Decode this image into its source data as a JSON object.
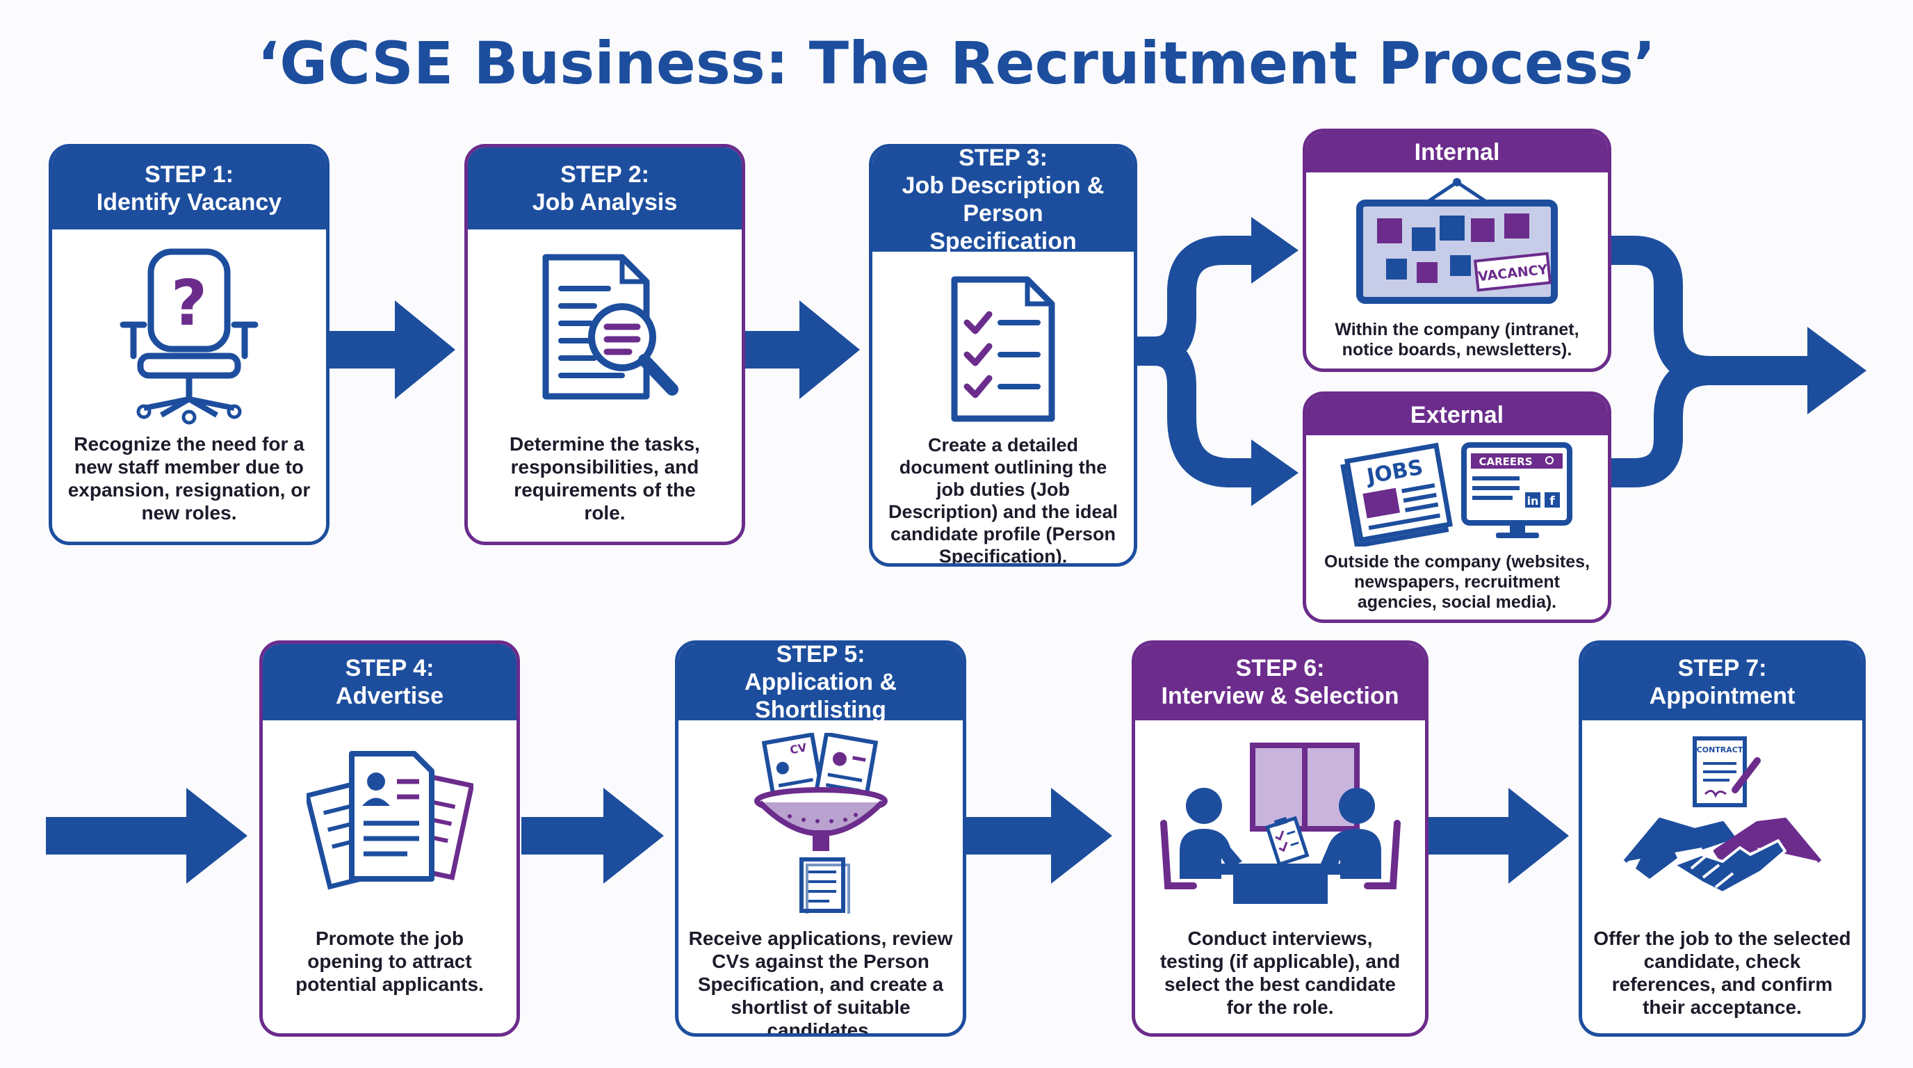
{
  "title": "‘GCSE Business: The Recruitment Process’",
  "steps": [
    {
      "num": "STEP 1:",
      "name": "Identify Vacancy",
      "desc": "Recognize the need for a new staff member due to expansion, resignation, or new roles.",
      "icon": "office-chair-question-icon"
    },
    {
      "num": "STEP 2:",
      "name": "Job Analysis",
      "desc": "Determine the tasks, responsibilities, and requirements of the role.",
      "icon": "document-magnifier-icon"
    },
    {
      "num": "STEP 3:",
      "name": "Job Description & Person Specification",
      "desc": "Create a detailed document outlining the job duties (Job Description) and the ideal candidate profile (Person Specification).",
      "icon": "checklist-document-icon"
    },
    {
      "num": "STEP 4:",
      "name": "Advertise",
      "desc": "Promote the job opening to attract potential applicants.",
      "icon": "job-adverts-icon"
    },
    {
      "num": "STEP 5:",
      "name": "Application & Shortlisting",
      "desc": "Receive applications, review CVs against the Person Specification, and create a shortlist of suitable candidates.",
      "icon": "cv-funnel-icon"
    },
    {
      "num": "STEP 6:",
      "name": "Interview & Selection",
      "desc": "Conduct interviews, testing (if applicable), and select the best candidate for the role.",
      "icon": "interview-icon"
    },
    {
      "num": "STEP 7:",
      "name": "Appointment",
      "desc": "Offer the job to the selected candidate, check references, and confirm their acceptance.",
      "icon": "handshake-contract-icon"
    }
  ],
  "branches": {
    "internal": {
      "name": "Internal",
      "desc": "Within the company (intranet, notice boards, newsletters).",
      "sign": "VACANCY"
    },
    "external": {
      "name": "External",
      "desc": "Outside the company (websites, newspapers, recruitment agencies, social media).",
      "newspaper": "JOBS",
      "screen": "CAREERS",
      "social": [
        "in",
        "f"
      ]
    }
  },
  "icon_texts": {
    "cv": "CV",
    "contract": "CONTRACT"
  },
  "colors": {
    "blue": "#1d4e9e",
    "purple": "#6b2c8c",
    "light_purple": "#b9a2cf",
    "board": "#c7cde8"
  }
}
